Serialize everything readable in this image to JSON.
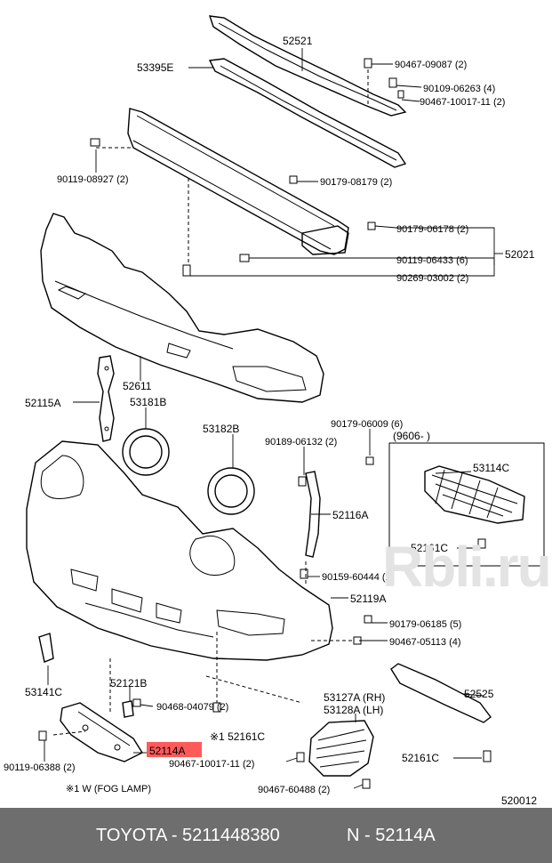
{
  "diagram": {
    "page_code": "520012",
    "labels": {
      "p52521": "52521",
      "p53395e": "53395E",
      "b9046709087": "90467-09087 (2)",
      "b9010906263": "90109-06263 (4)",
      "b9046710017": "90467-10017-11 (2)",
      "b9011908927": "90119-08927 (2)",
      "b9017908179": "90179-08179 (2)",
      "b9017906178": "90179-06178 (2)",
      "b9011906433": "90119-06433 (6)",
      "b9026903002": "90269-03002 (2)",
      "p52021": "52021",
      "p52611": "52611",
      "p52115a": "52115A",
      "p53181b": "53181B",
      "p53182b": "53182B",
      "b9017906009": "90179-06009 (6)",
      "b9018906132": "90189-06132 (2)",
      "box_label": "(9606-        )",
      "p53114c": "53114C",
      "p52116a": "52116A",
      "p52161c_box": "52161C",
      "b9015960444": "90159-60444 (2)",
      "p52119a": "52119A",
      "b9017906185": "90179-06185 (5)",
      "b9046705113": "90467-05113 (4)",
      "p53141c": "53141C",
      "p52121b": "52121B",
      "b9046804079": "90468-04079 (2)",
      "p53127a": "53127A (RH)",
      "p53128a": "53128A (LH)",
      "p52525": "52525",
      "p52114a": "52114A",
      "p52161c_note": "※1 52161C",
      "b9011906388": "90119-06388 (2)",
      "b9046710017b": "90467-10017-11 (2)",
      "p52161c_right": "52161C",
      "b9046760488": "90467-60488 (2)",
      "footnote": "※1 W (FOG LAMP)"
    },
    "highlight_color": "#ff5a5a"
  },
  "watermark": "Rbli.ru",
  "footer": {
    "left": "TOYOTA - 5211448380",
    "right": "N - 52114A"
  }
}
